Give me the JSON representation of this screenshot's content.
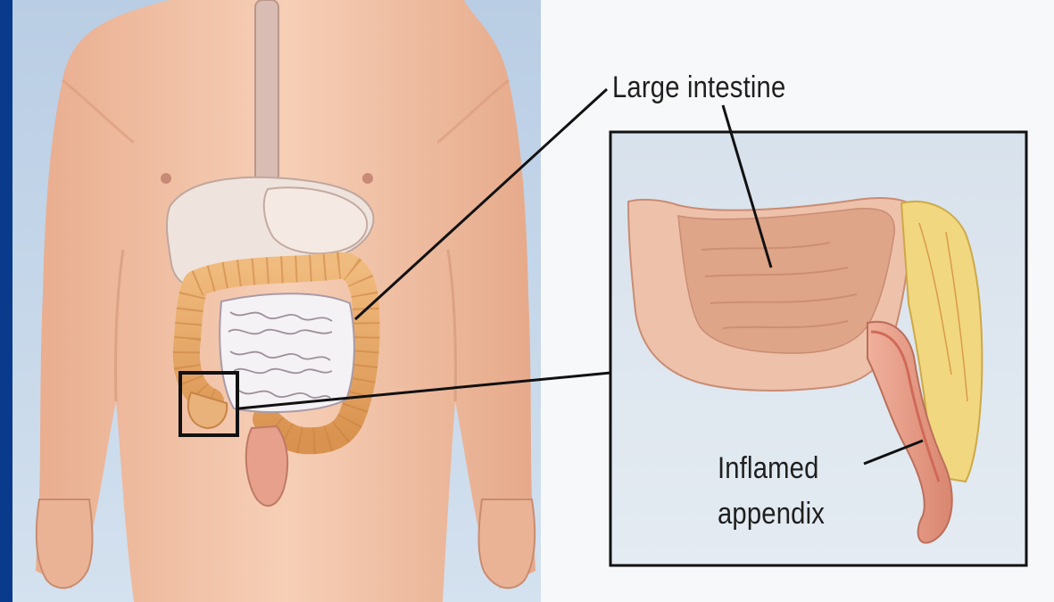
{
  "labels": {
    "large_intestine": "Large intestine",
    "inflamed_appendix_line1": "Inflamed",
    "inflamed_appendix_line2": "appendix"
  },
  "colors": {
    "frame_blue": "#0a3a8c",
    "backdrop_left": "#c3d5e9",
    "backdrop_right": "#f7f8f9",
    "skin": "#f2c3a6",
    "colon": "#e8a968",
    "liver": "#f0e4df",
    "inset_background": "#dde6ef",
    "appendix": "#e69a86",
    "fat": "#f0d57c",
    "leader_line": "#111111"
  }
}
